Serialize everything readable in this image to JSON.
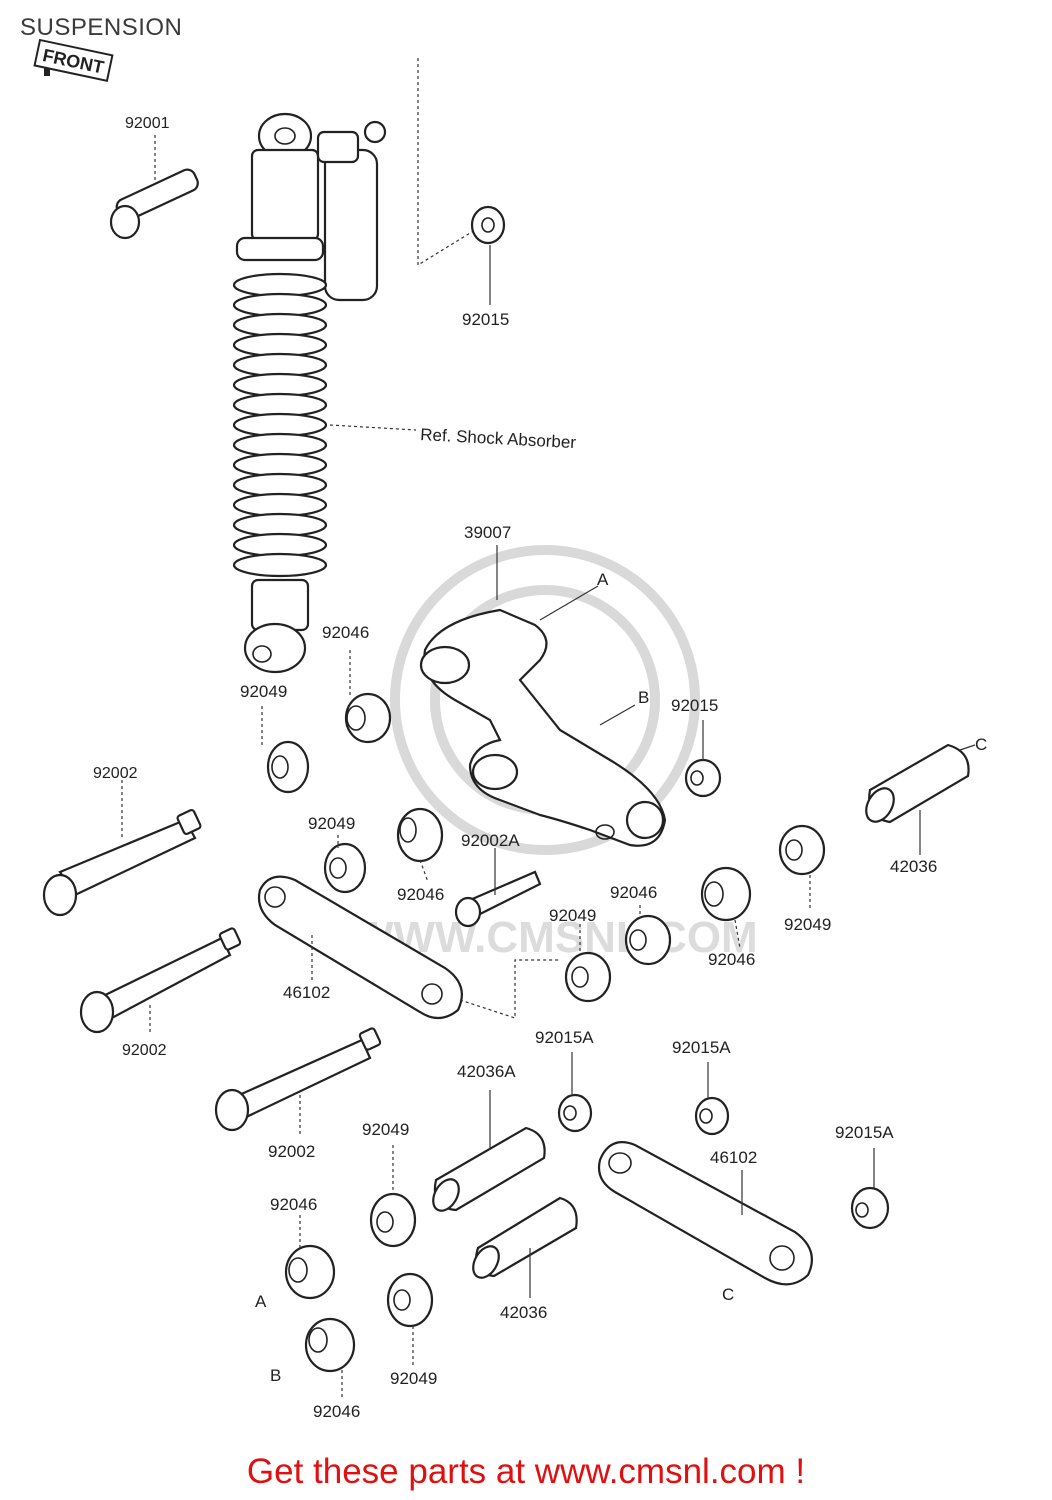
{
  "header": {
    "title": "SUSPENSION"
  },
  "front_badge": {
    "text": "FRONT"
  },
  "labels": {
    "p92001": "92001",
    "p92015_top": "92015",
    "ref_shock": "Ref. Shock Absorber",
    "p39007": "39007",
    "letter_a_top": "A",
    "letter_b_mid": "B",
    "p92046_a": "92046",
    "p92049_a": "92049",
    "p92015_mid": "92015",
    "letter_c_right": "C",
    "p92002_a": "92002",
    "p92049_b": "92049",
    "p92002A": "92002A",
    "p42036_a": "42036",
    "p92046_b": "92046",
    "p92046_c": "92046",
    "p92049_c": "92049",
    "p92049_d": "92049",
    "p92046_d": "92046",
    "p46102_a": "46102",
    "p92002_b": "92002",
    "p92015A_a": "92015A",
    "p92015A_b": "92015A",
    "p42036A": "42036A",
    "p92002_c": "92002",
    "p92049_e": "92049",
    "p46102_b": "46102",
    "p92015A_c": "92015A",
    "p92046_e": "92046",
    "letter_a_bottom": "A",
    "p42036_b": "42036",
    "letter_c_bottom": "C",
    "letter_b_bottom": "B",
    "p92049_f": "92049",
    "p92046_f": "92046"
  },
  "watermark": {
    "text": "WWW.CMSNL.COM"
  },
  "footer": {
    "text": "Get these parts at www.cmsnl.com !"
  },
  "colors": {
    "footer": "#e01010",
    "line": "#222222",
    "watermark": "#d9d9d9"
  }
}
